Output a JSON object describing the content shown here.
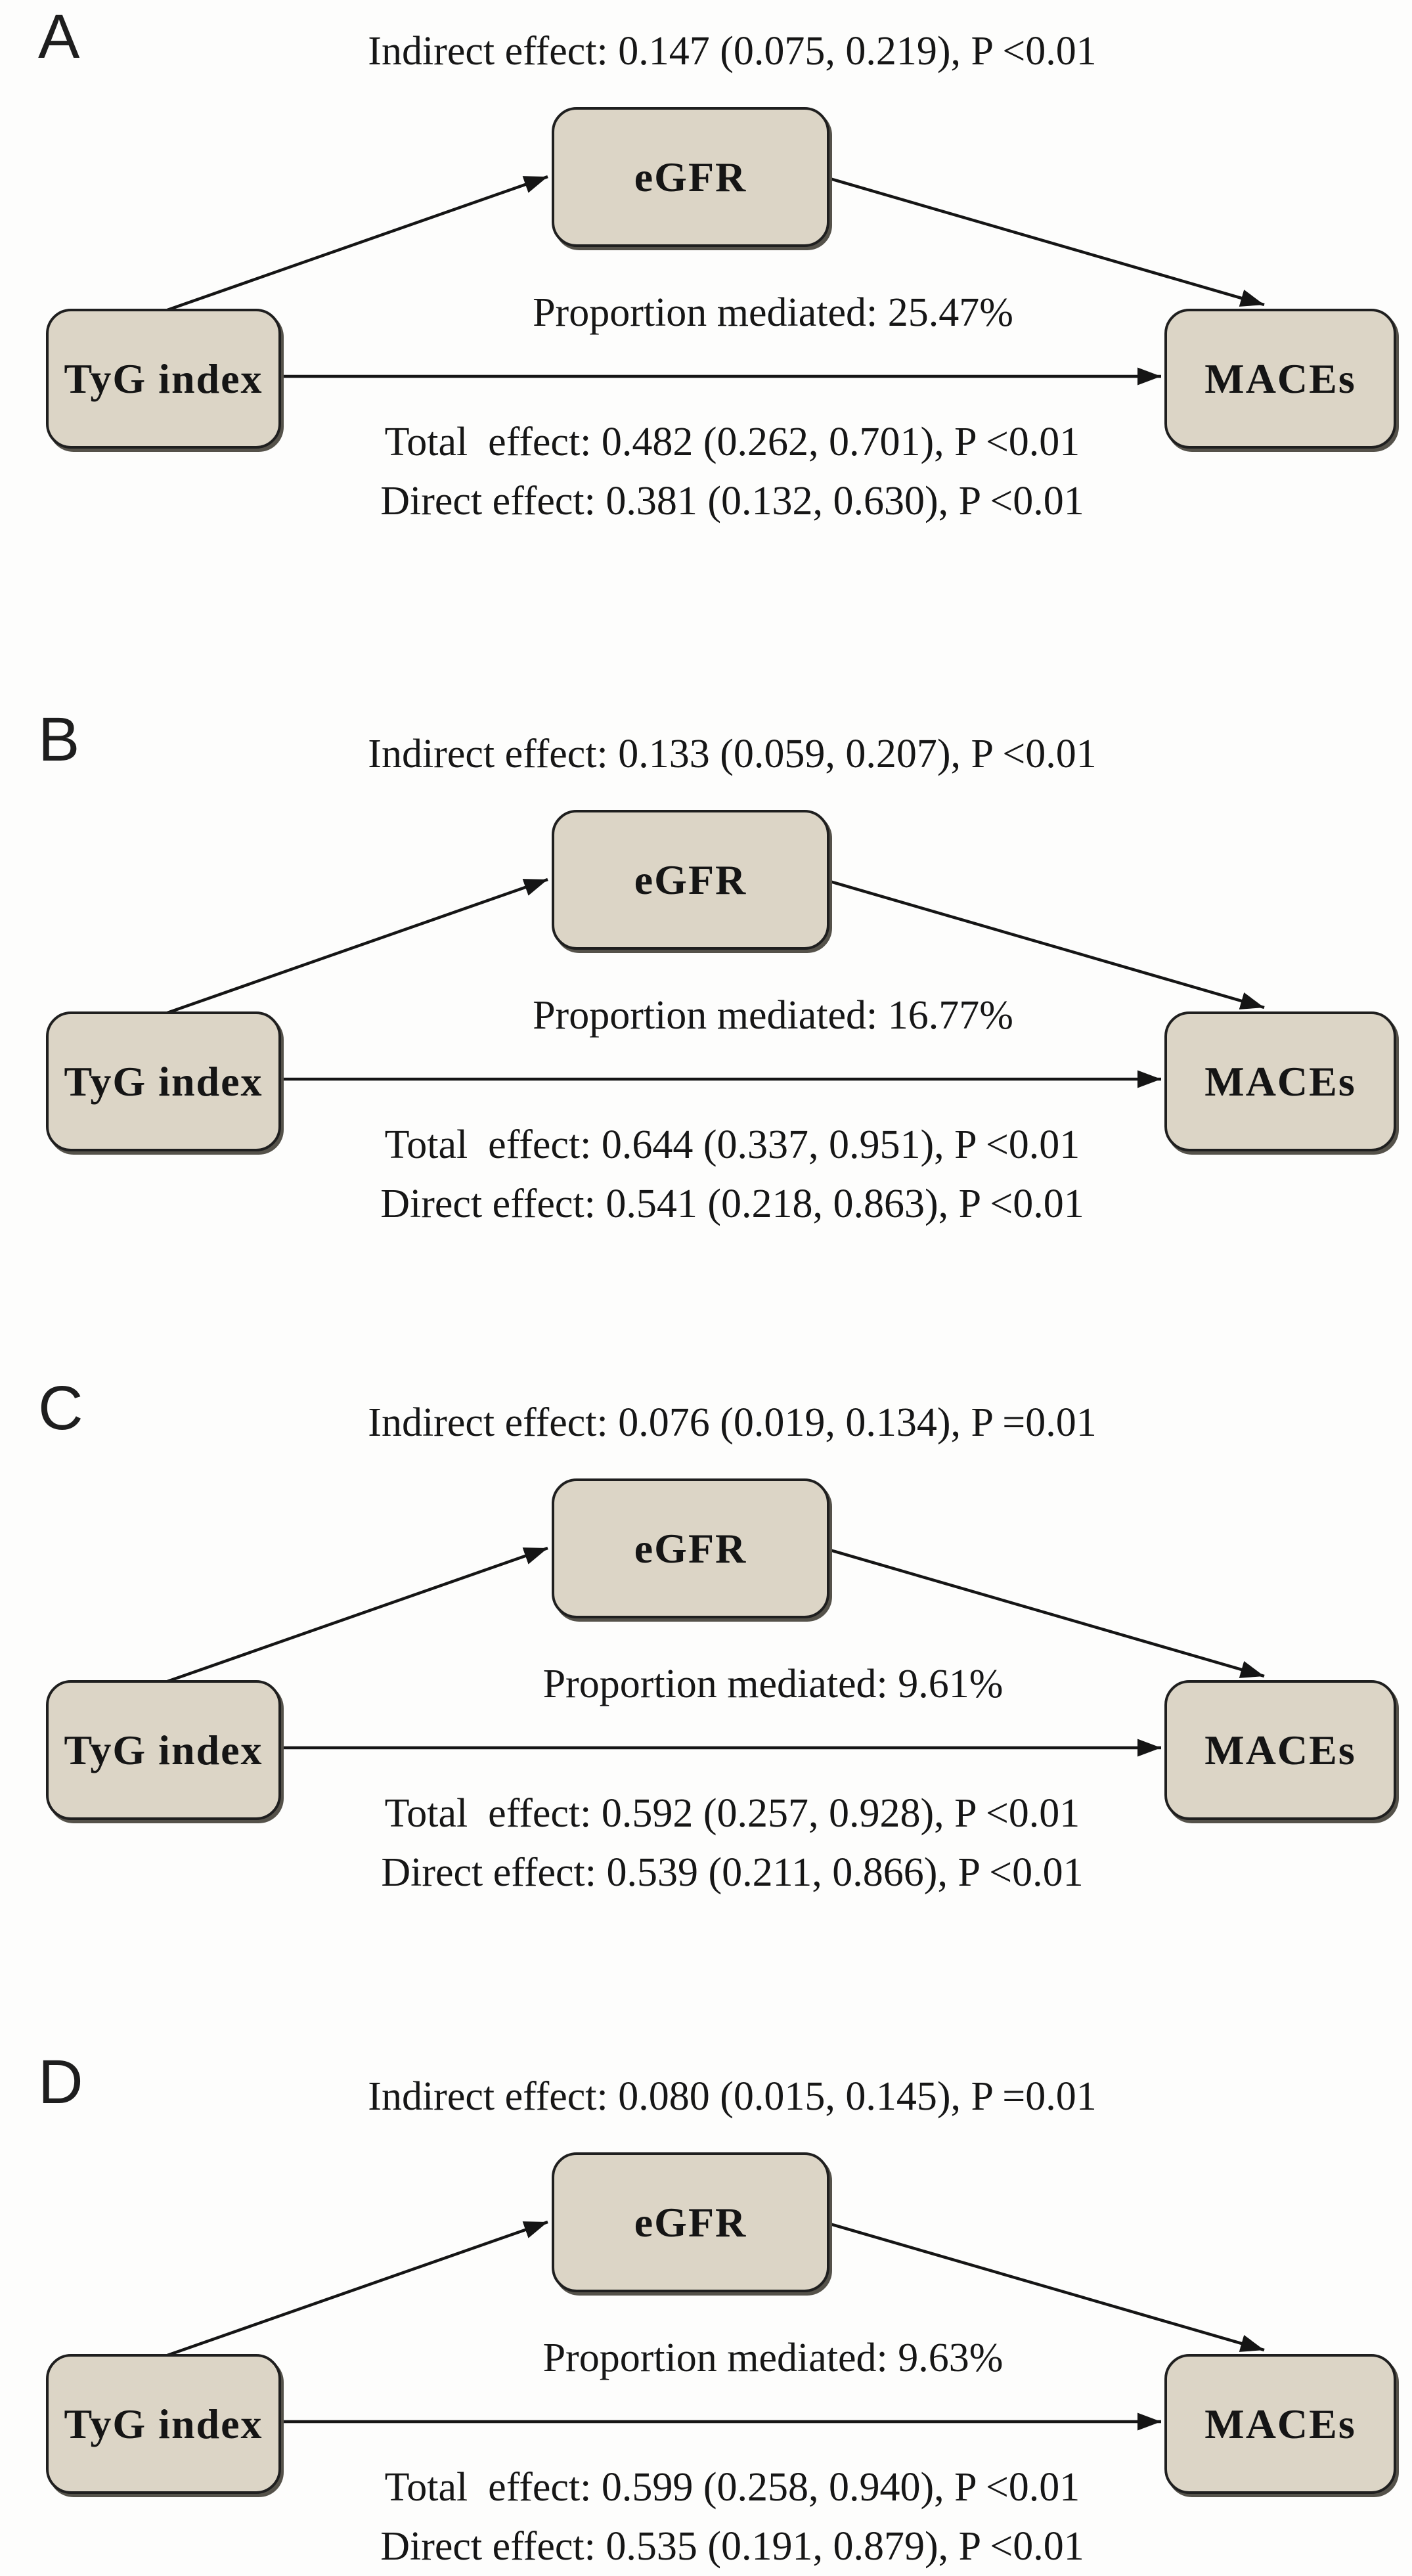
{
  "colors": {
    "box_fill": "#dcd5c6",
    "box_border": "#1f1f1f",
    "shadow": "#55524a",
    "arrow": "#151515"
  },
  "nodes": {
    "exposure": "TyG index",
    "mediator": "eGFR",
    "outcome": "MACEs"
  },
  "panels": [
    {
      "label": "A",
      "indirect": "Indirect effect: 0.147 (0.075, 0.219), P <0.01",
      "proportion": "Proportion mediated: 25.47%",
      "total": "Total  effect: 0.482 (0.262, 0.701), P <0.01",
      "direct": "Direct effect: 0.381 (0.132, 0.630), P <0.01"
    },
    {
      "label": "B",
      "indirect": "Indirect effect: 0.133 (0.059, 0.207), P <0.01",
      "proportion": "Proportion mediated: 16.77%",
      "total": "Total  effect: 0.644 (0.337, 0.951), P <0.01",
      "direct": "Direct effect: 0.541 (0.218, 0.863), P <0.01"
    },
    {
      "label": "C",
      "indirect": "Indirect effect: 0.076 (0.019, 0.134), P =0.01",
      "proportion": "Proportion mediated: 9.61%",
      "total": "Total  effect: 0.592 (0.257, 0.928), P <0.01",
      "direct": "Direct effect: 0.539 (0.211, 0.866), P <0.01"
    },
    {
      "label": "D",
      "indirect": "Indirect effect: 0.080 (0.015, 0.145), P =0.01",
      "proportion": "Proportion mediated: 9.63%",
      "total": "Total  effect: 0.599 (0.258, 0.940), P <0.01",
      "direct": "Direct effect: 0.535 (0.191, 0.879), P <0.01"
    }
  ]
}
